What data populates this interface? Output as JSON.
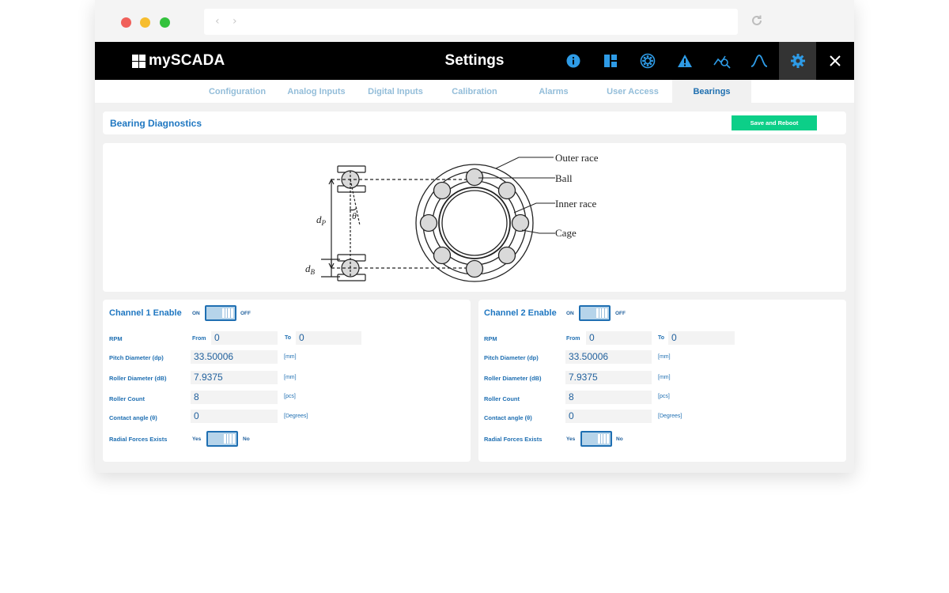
{
  "browser": {
    "nav_arrows": "‹ ›"
  },
  "app": {
    "logo_text": "mySCADA",
    "title": "Settings",
    "header_icons": [
      "info-icon",
      "dashboard-icon",
      "bearing-icon",
      "alarm-warning-icon",
      "trend-search-icon",
      "waveform-icon",
      "gear-icon",
      "close-icon"
    ]
  },
  "tabs": [
    {
      "label": "Configuration"
    },
    {
      "label": "Analog Inputs"
    },
    {
      "label": "Digital Inputs"
    },
    {
      "label": "Calibration"
    },
    {
      "label": "Alarms"
    },
    {
      "label": "User Access"
    },
    {
      "label": "Bearings"
    }
  ],
  "active_tab": "Bearings",
  "section": {
    "title": "Bearing Diagnostics",
    "save_label": "Save and Reboot"
  },
  "diagram": {
    "labels": {
      "outer_race": "Outer race",
      "ball": "Ball",
      "inner_race": "Inner race",
      "cage": "Cage"
    },
    "dp": "d",
    "dp_sub": "P",
    "db": "d",
    "db_sub": "B",
    "theta": "θ"
  },
  "channels": [
    {
      "title": "Channel 1 Enable",
      "on": "ON",
      "off": "OFF",
      "rpm_label": "RPM",
      "from_label": "From",
      "from_value": "0",
      "to_label": "To",
      "to_value": "0",
      "pitch_label": "Pitch Diameter (dp)",
      "pitch_value": "33.50006",
      "pitch_unit": "[mm]",
      "roller_label": "Roller Diameter (dB)",
      "roller_value": "7.9375",
      "roller_unit": "[mm]",
      "count_label": "Roller Count",
      "count_value": "8",
      "count_unit": "[pcs]",
      "angle_label": "Contact angle (θ)",
      "angle_value": "0",
      "angle_unit": "[Degrees]",
      "radial_label": "Radial Forces Exists",
      "yes": "Yes",
      "no": "No"
    },
    {
      "title": "Channel 2 Enable",
      "on": "ON",
      "off": "OFF",
      "rpm_label": "RPM",
      "from_label": "From",
      "from_value": "0",
      "to_label": "To",
      "to_value": "0",
      "pitch_label": "Pitch Diameter (dp)",
      "pitch_value": "33.50006",
      "pitch_unit": "[mm]",
      "roller_label": "Roller Diameter (dB)",
      "roller_value": "7.9375",
      "roller_unit": "[mm]",
      "count_label": "Roller Count",
      "count_value": "8",
      "count_unit": "[pcs]",
      "angle_label": "Contact angle (θ)",
      "angle_value": "0",
      "angle_unit": "[Degrees]",
      "radial_label": "Radial Forces Exists",
      "yes": "Yes",
      "no": "No"
    }
  ],
  "colors": {
    "accent": "#1f77c1",
    "save": "#0ccf88",
    "header": "#000000",
    "tab_inactive": "#93bdd9"
  }
}
